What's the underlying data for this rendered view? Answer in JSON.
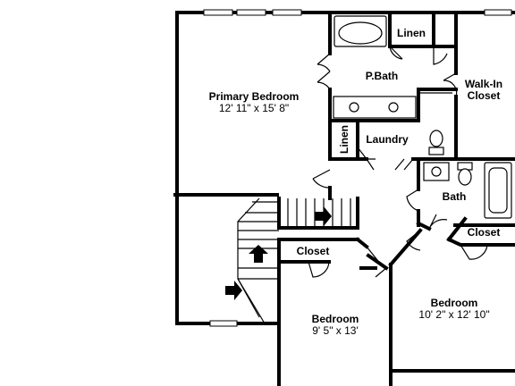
{
  "rooms": {
    "primary_bedroom": {
      "name": "Primary Bedroom",
      "dims": "12' 11\" x 15' 8\""
    },
    "linen_top": {
      "name": "Linen"
    },
    "pbath": {
      "name": "P.Bath"
    },
    "walkin": {
      "name_line1": "Walk-In",
      "name_line2": "Closet"
    },
    "linen_vertical": {
      "name": "Linen"
    },
    "laundry": {
      "name": "Laundry"
    },
    "bath": {
      "name": "Bath"
    },
    "closet_right": {
      "name": "Closet"
    },
    "closet_left": {
      "name": "Closet"
    },
    "bedroom_center": {
      "name": "Bedroom",
      "dims": "9' 5\" x 13'"
    },
    "bedroom_right": {
      "name": "Bedroom",
      "dims": "10' 2\" x 12' 10\""
    }
  }
}
